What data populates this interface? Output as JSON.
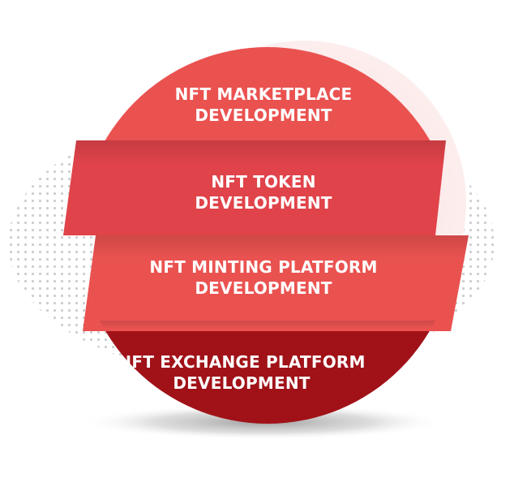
{
  "colors": {
    "band_light": "#ea5250",
    "band_mid": "#e0434a",
    "band_dark": "#a01218",
    "halo": "#fbe3e3",
    "dots": "#c9c9c9",
    "shadow": "#9a9a9a",
    "text": "#ffffff"
  },
  "layers": [
    {
      "line1": "NFT MARKETPLACE",
      "line2": "DEVELOPMENT"
    },
    {
      "line1": "NFT TOKEN",
      "line2": "DEVELOPMENT"
    },
    {
      "line1": "NFT MINTING PLATFORM",
      "line2": "DEVELOPMENT"
    },
    {
      "line1": "NFT EXCHANGE PLATFORM",
      "line2": "DEVELOPMENT"
    }
  ]
}
